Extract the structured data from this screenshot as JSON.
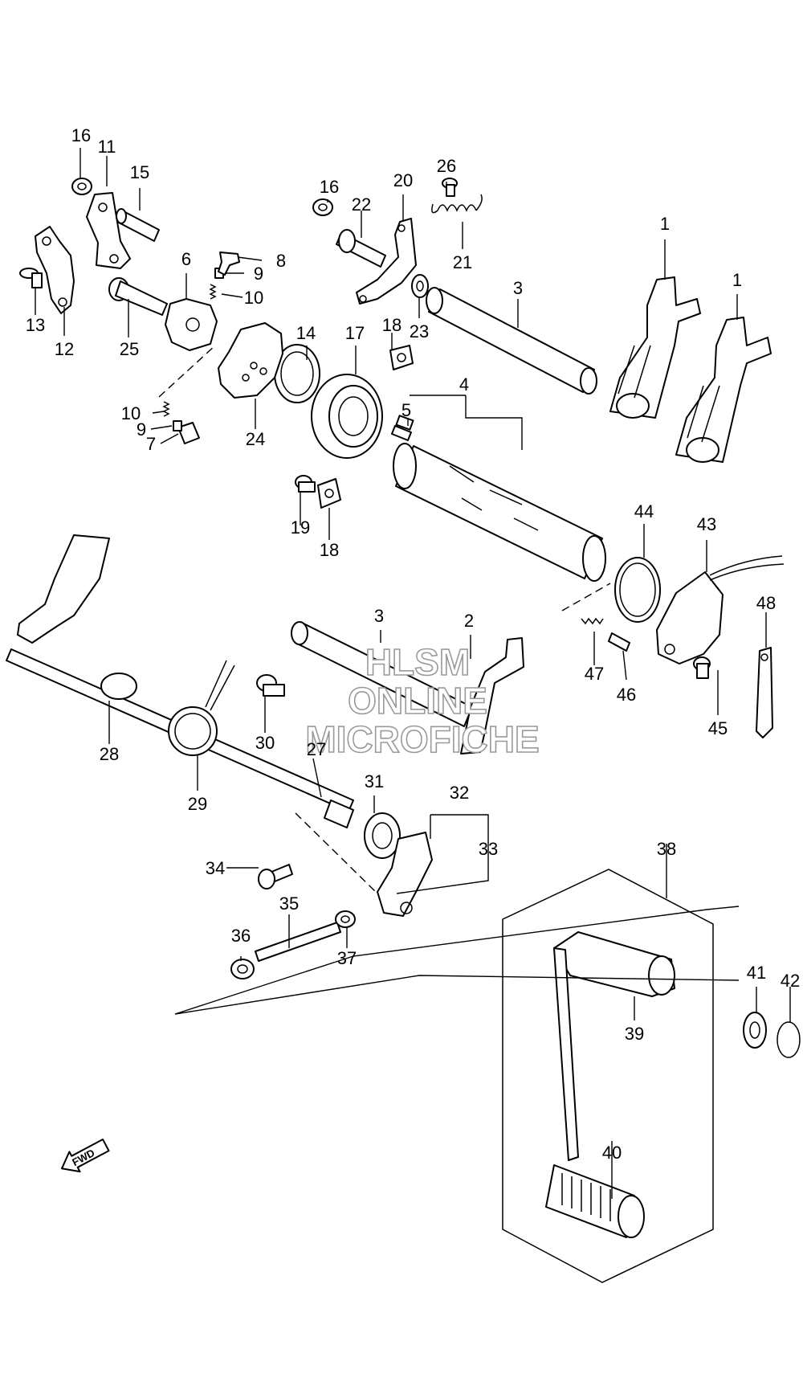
{
  "watermark": {
    "line1": "HLSM",
    "line2": "ONLINE",
    "line3": "MICROFICHE"
  },
  "direction_marker": {
    "label": "FWD",
    "icon": "arrow-left-icon"
  },
  "callouts": [
    "1",
    "1",
    "2",
    "3",
    "3",
    "4",
    "5",
    "6",
    "7",
    "8",
    "9",
    "9",
    "10",
    "10",
    "11",
    "12",
    "13",
    "14",
    "15",
    "16",
    "16",
    "17",
    "18",
    "18",
    "19",
    "20",
    "21",
    "22",
    "23",
    "24",
    "25",
    "26",
    "27",
    "28",
    "29",
    "30",
    "31",
    "32",
    "33",
    "34",
    "35",
    "36",
    "37",
    "38",
    "39",
    "40",
    "41",
    "42",
    "43",
    "44",
    "45",
    "46",
    "47",
    "48"
  ]
}
